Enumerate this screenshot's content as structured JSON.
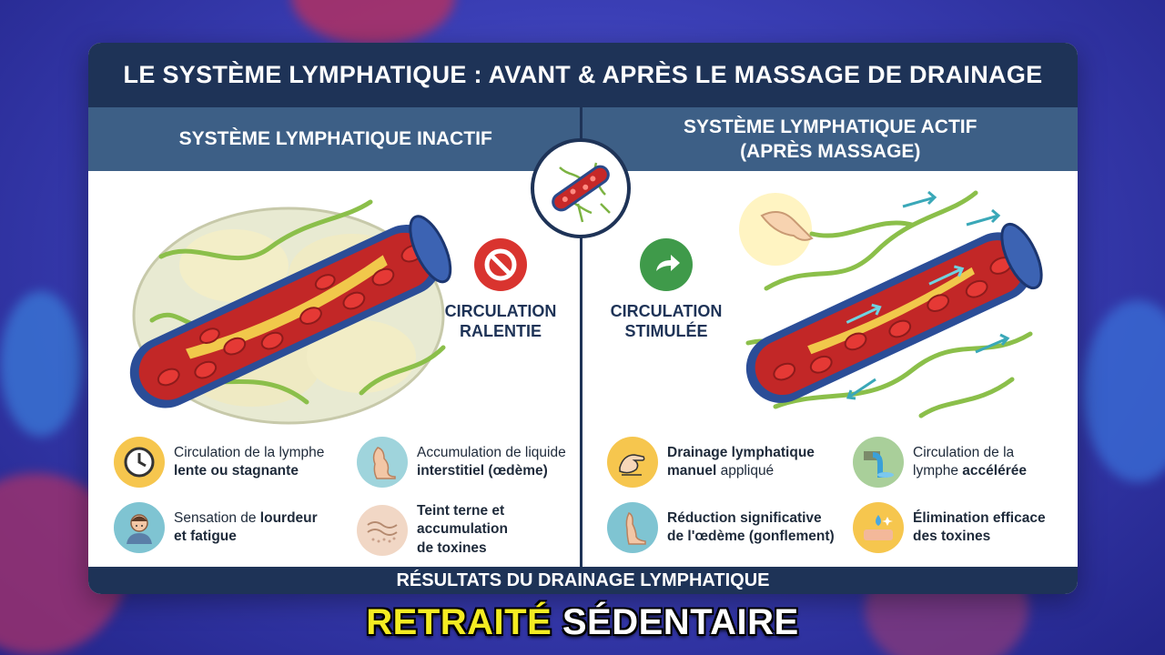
{
  "title": "LE SYSTÈME LYMPHATIQUE : AVANT & APRÈS LE MASSAGE DE DRAINAGE",
  "left": {
    "header": "SYSTÈME LYMPHATIQUE INACTIF",
    "status_line1": "CIRCULATION",
    "status_line2": "RALENTIE",
    "status_icon": "no-entry-icon",
    "items": [
      {
        "a": "Circulation de la lymphe",
        "b": "lente ou stagnante",
        "icon": "clock-icon"
      },
      {
        "a": "Accumulation de liquide",
        "b": "interstitiel (œdème)",
        "icon": "swollen-leg-icon"
      },
      {
        "a": "Sensation de ",
        "a_bold": "lourdeur",
        "b": "et fatigue",
        "icon": "tired-person-icon"
      },
      {
        "a": "Teint terne et",
        "b": "accumulation",
        "c": "de toxines",
        "icon": "dull-skin-icon"
      }
    ]
  },
  "right": {
    "header_line1": "SYSTÈME LYMPHATIQUE ACTIF",
    "header_line2": "(APRÈS MASSAGE)",
    "status_line1": "CIRCULATION",
    "status_line2": "STIMULÉE",
    "status_icon": "forward-arrow-icon",
    "items": [
      {
        "a": "Drainage lymphatique",
        "b_bold": "manuel",
        "b": " appliqué",
        "icon": "massage-hands-icon"
      },
      {
        "a": "Circulation de la",
        "b": "lymphe ",
        "b_bold": "accélérée",
        "icon": "waterfall-icon"
      },
      {
        "a": "Réduction significative",
        "b": "de l'œdème (gonflement)",
        "icon": "healthy-leg-icon"
      },
      {
        "a": "Élimination efficace",
        "b": "des toxines",
        "icon": "clear-skin-icon"
      }
    ]
  },
  "footer": "RÉSULTATS DU DRAINAGE LYMPHATIQUE",
  "caption": {
    "yellow": "RETRAITÉ",
    "white": " SÉDENTAIRE"
  },
  "colors": {
    "navy": "#1e3357",
    "header_blue": "#3d5f86",
    "red": "#d9342f",
    "green": "#3f9a4a",
    "caption_yellow": "#f4ec22"
  }
}
